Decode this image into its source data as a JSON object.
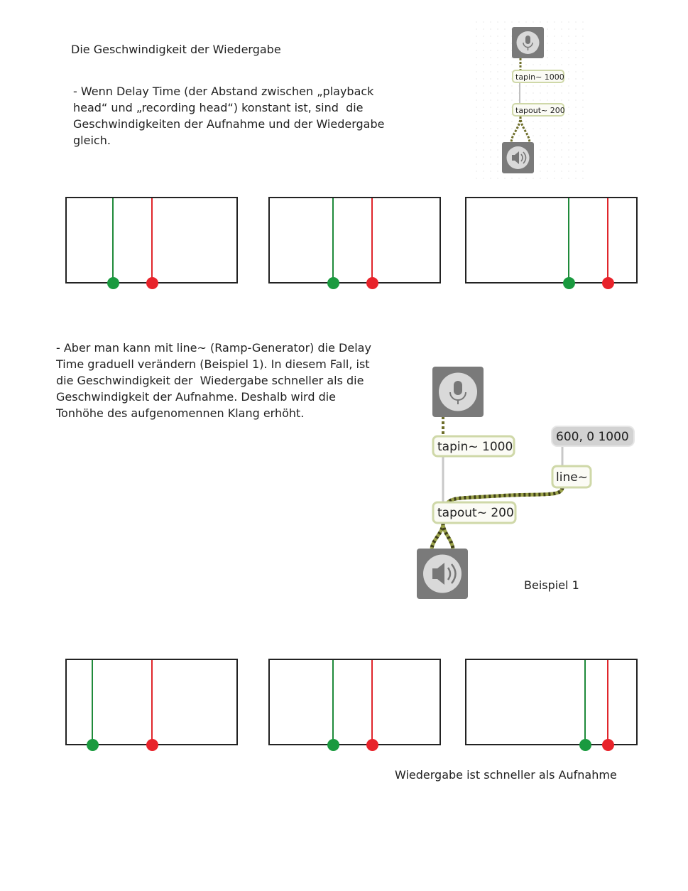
{
  "texts": {
    "title": "Die Geschwindigkeit der Wiedergabe",
    "para1": "- Wenn Delay Time (der Abstand zwischen „playback head“ und „recording head“) konstant ist, sind  die Geschwindigkeiten der Aufnahme und der Wiedergabe gleich.",
    "para2": "- Aber man kann mit line~ (Ramp-Generator) die Delay Time graduell verändern (Beispiel 1). In diesem Fall, ist die Geschwindigkeit der  Wiedergabe schneller als die Geschwindigkeit der Aufnahme. Deshalb wird die Tonhöhe des aufgenomennen Klang erhöht.",
    "beispiel": "Beispiel 1",
    "caption": "Wiedergabe ist schneller als Aufnahme"
  },
  "patch_small": {
    "tapin": "tapin~ 1000",
    "tapout": "tapout~ 200"
  },
  "patch_large": {
    "tapin": "tapin~ 1000",
    "tapout": "tapout~ 200",
    "message": "600, 0 1000",
    "line": "line~"
  },
  "colors": {
    "playback_head": "#1a9a3f",
    "recording_head": "#e8232b",
    "patch_cord_signal": "#b8c46a"
  },
  "icons": [
    "microphone-icon",
    "speaker-icon"
  ]
}
